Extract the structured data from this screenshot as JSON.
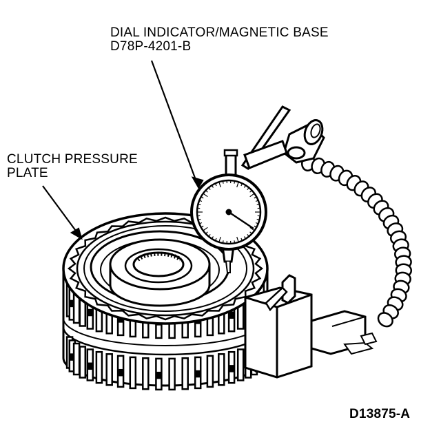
{
  "labels": {
    "dial_indicator": {
      "line1": "DIAL INDICATOR/MAGNETIC BASE",
      "line2": "D78P-4201-B"
    },
    "clutch_plate": {
      "line1": "CLUTCH PRESSURE",
      "line2": "PLATE"
    }
  },
  "figure_code": "D13875-A",
  "colors": {
    "ink": "#000000",
    "paper": "#ffffff"
  }
}
